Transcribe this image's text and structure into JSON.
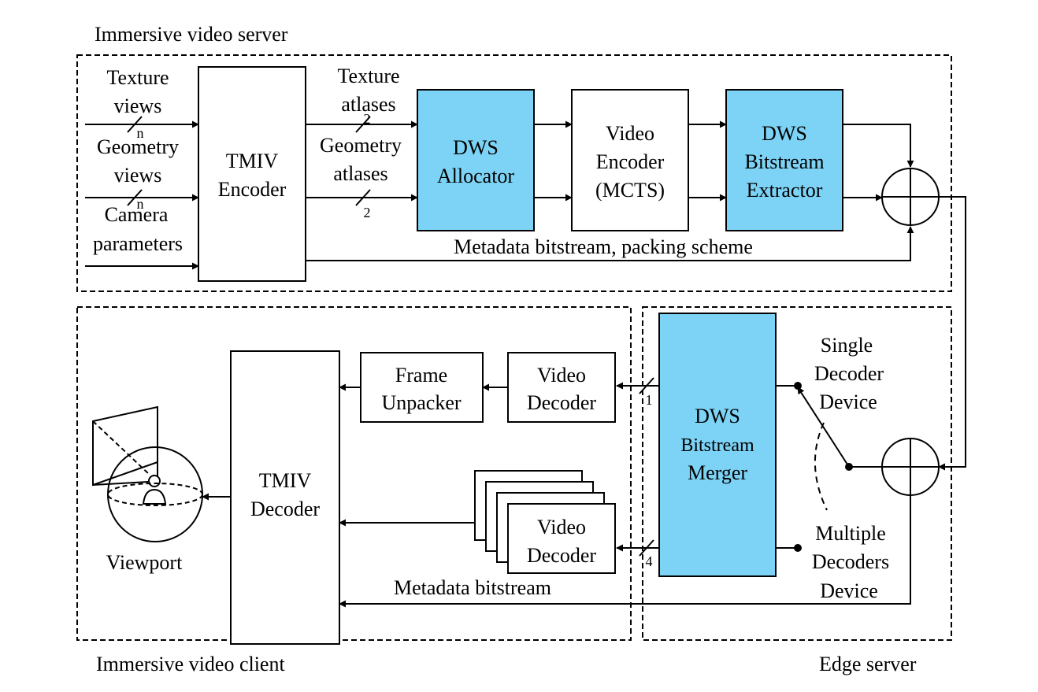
{
  "groups": {
    "server": "Immersive video server",
    "client": "Immersive video client",
    "edge": "Edge server"
  },
  "inputs": {
    "texture_1": "Texture",
    "texture_2": "views",
    "geometry_1": "Geometry",
    "geometry_2": "views",
    "camera_1": "Camera",
    "camera_2": "parameters",
    "n_views": "n"
  },
  "blocks": {
    "tmiv_encoder_1": "TMIV",
    "tmiv_encoder_2": "Encoder",
    "allocator_1": "DWS",
    "allocator_2": "Allocator",
    "video_encoder_1": "Video",
    "video_encoder_2": "Encoder",
    "video_encoder_3": "(MCTS)",
    "extractor_1": "DWS",
    "extractor_2": "Bitstream",
    "extractor_3": "Extractor",
    "merger_1": "DWS",
    "merger_2": "Bitstream",
    "merger_3": "Merger",
    "frame_unpacker_1": "Frame",
    "frame_unpacker_2": "Unpacker",
    "video_decoder_1": "Video",
    "video_decoder_2": "Decoder",
    "tmiv_decoder_1": "TMIV",
    "tmiv_decoder_2": "Decoder"
  },
  "edges": {
    "texture_atlases_1": "Texture",
    "texture_atlases_2": "atlases",
    "geometry_atlases_1": "Geometry",
    "geometry_atlases_2": "atlases",
    "atlas_count": "2",
    "metadata_packing": "Metadata bitstream, packing scheme",
    "metadata": "Metadata bitstream",
    "single_count": "1",
    "multiple_count": "4"
  },
  "switch": {
    "single_1": "Single",
    "single_2": "Decoder",
    "single_3": "Device",
    "multiple_1": "Multiple",
    "multiple_2": "Decoders",
    "multiple_3": "Device"
  },
  "viewport": "Viewport",
  "colors": {
    "highlight": "#7dd3f5"
  }
}
